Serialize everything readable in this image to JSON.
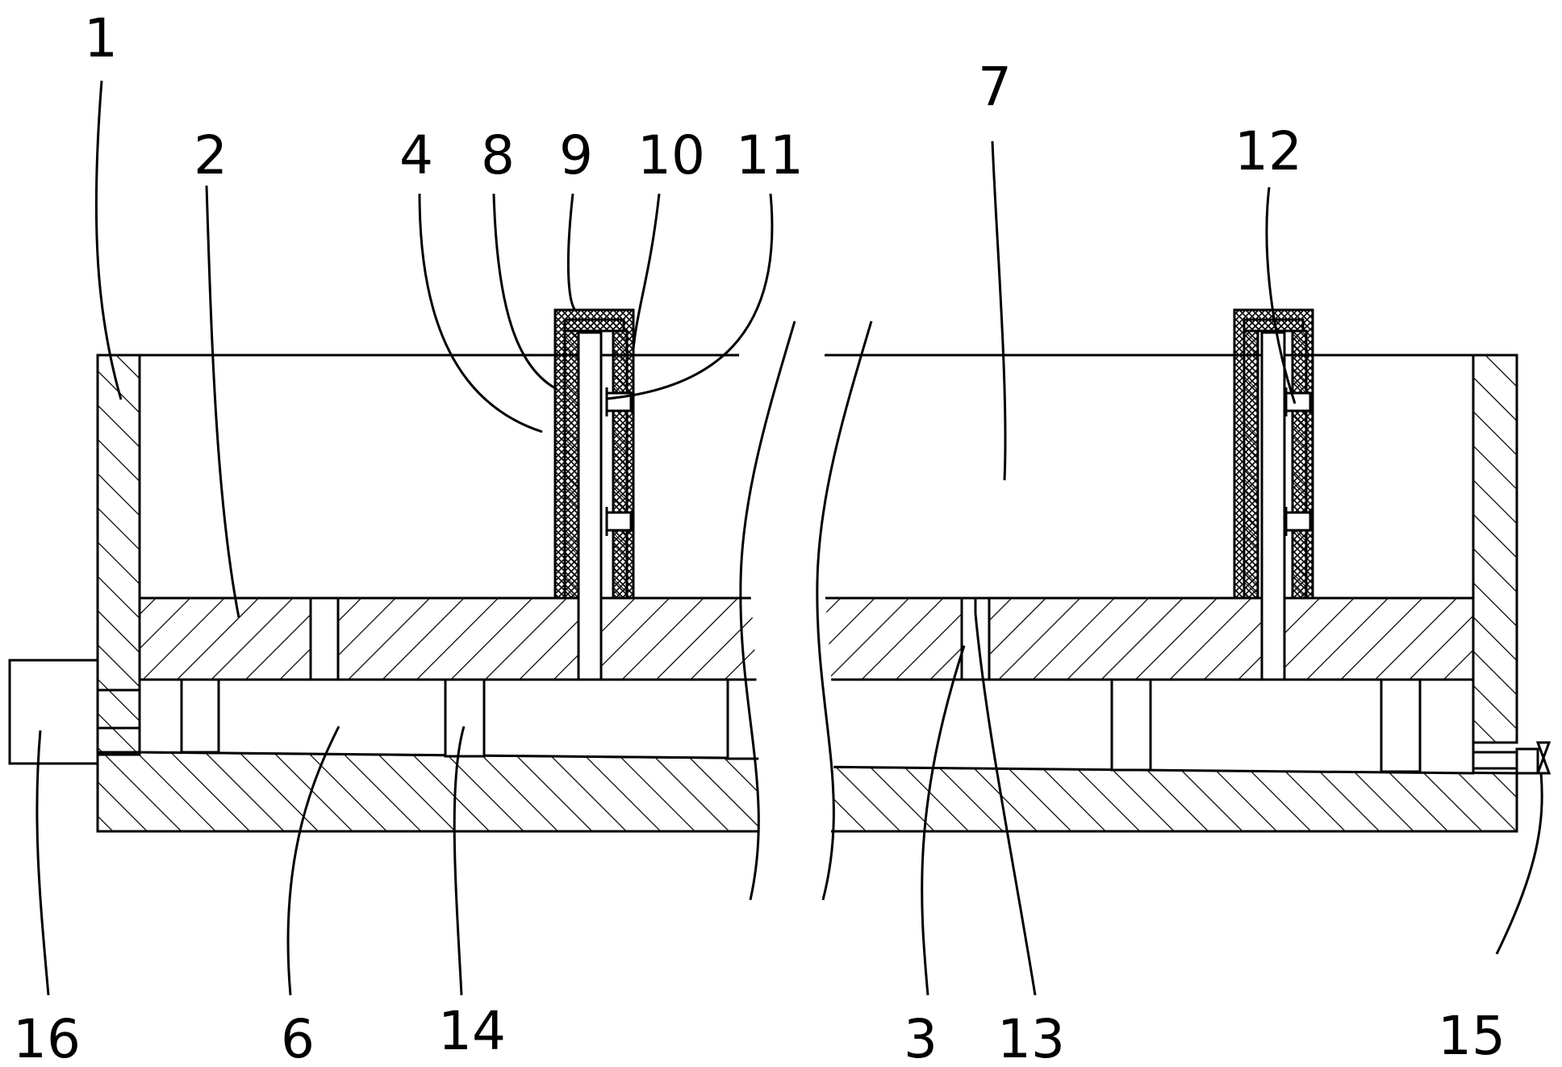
{
  "diagram": {
    "labels": [
      {
        "id": "1",
        "text": "1"
      },
      {
        "id": "2",
        "text": "2"
      },
      {
        "id": "4",
        "text": "4"
      },
      {
        "id": "8",
        "text": "8"
      },
      {
        "id": "9",
        "text": "9"
      },
      {
        "id": "10",
        "text": "10"
      },
      {
        "id": "11",
        "text": "11"
      },
      {
        "id": "7",
        "text": "7"
      },
      {
        "id": "12",
        "text": "12"
      },
      {
        "id": "16",
        "text": "16"
      },
      {
        "id": "6",
        "text": "6"
      },
      {
        "id": "14",
        "text": "14"
      },
      {
        "id": "3",
        "text": "3"
      },
      {
        "id": "13",
        "text": "13"
      },
      {
        "id": "15",
        "text": "15"
      }
    ],
    "colors": {
      "line": "#000000",
      "background": "#ffffff"
    }
  }
}
